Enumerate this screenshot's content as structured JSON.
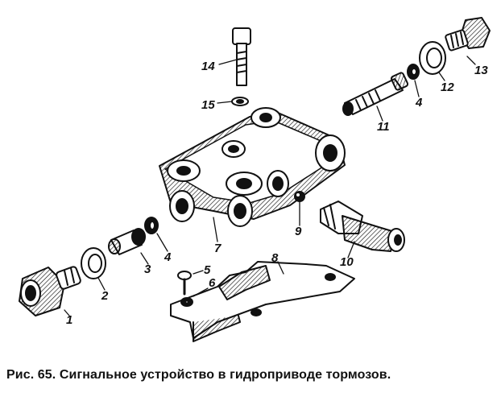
{
  "figure": {
    "caption": "Рис. 65. Сигнальное устройство в гидроприводе тормозов.",
    "callouts": [
      "1",
      "2",
      "3",
      "4",
      "4",
      "5",
      "6",
      "7",
      "8",
      "9",
      "10",
      "11",
      "12",
      "13",
      "14",
      "15"
    ]
  },
  "colors": {
    "ink": "#111111",
    "paper": "#ffffff"
  }
}
